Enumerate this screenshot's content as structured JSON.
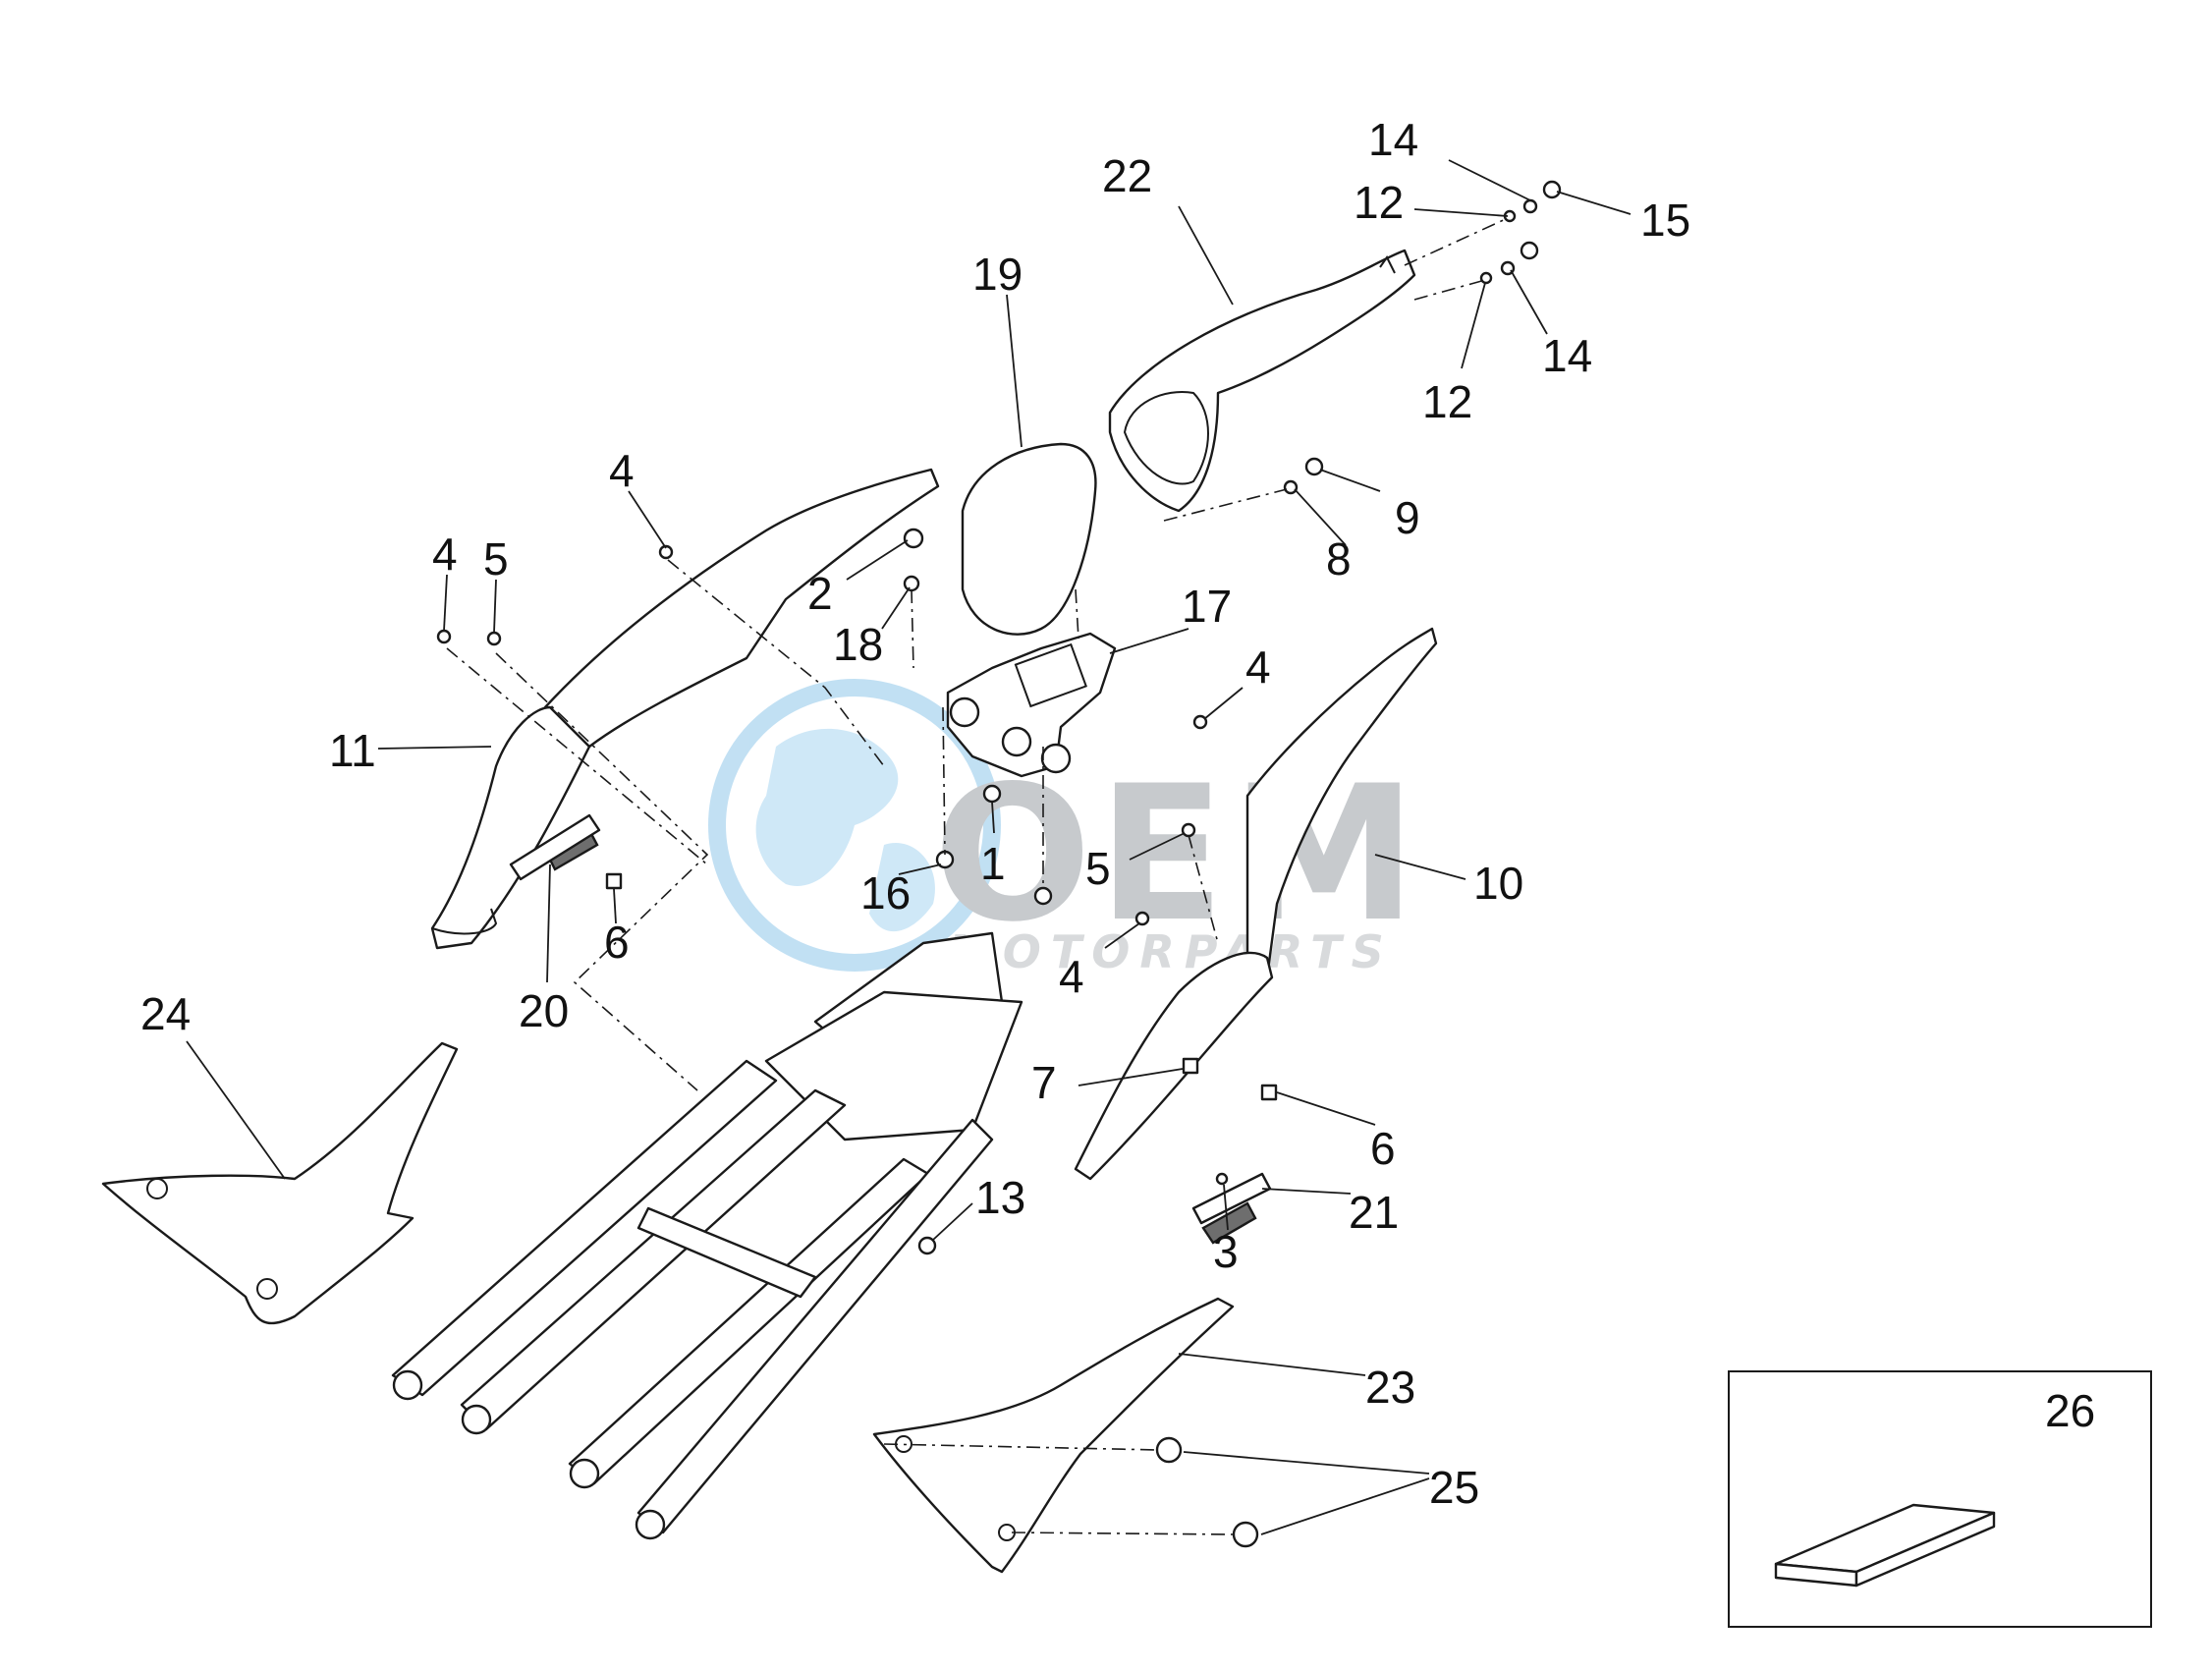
{
  "watermark": {
    "brand_text": "OEM",
    "sub_text": "MOTORPARTS",
    "brand_color": "#9aa0a6",
    "globe_color": "#8fc7ea"
  },
  "kit_box_label": "26",
  "callouts": [
    {
      "id": "c14a",
      "text": "14"
    },
    {
      "id": "c22",
      "text": "22"
    },
    {
      "id": "c12a",
      "text": "12"
    },
    {
      "id": "c15",
      "text": "15"
    },
    {
      "id": "c19",
      "text": "19"
    },
    {
      "id": "c14b",
      "text": "14"
    },
    {
      "id": "c12b",
      "text": "12"
    },
    {
      "id": "c4a",
      "text": "4"
    },
    {
      "id": "c9",
      "text": "9"
    },
    {
      "id": "c4b",
      "text": "4"
    },
    {
      "id": "c5a",
      "text": "5"
    },
    {
      "id": "c2",
      "text": "2"
    },
    {
      "id": "c8",
      "text": "8"
    },
    {
      "id": "c17",
      "text": "17"
    },
    {
      "id": "c18",
      "text": "18"
    },
    {
      "id": "c4c",
      "text": "4"
    },
    {
      "id": "c11",
      "text": "11"
    },
    {
      "id": "c1",
      "text": "1"
    },
    {
      "id": "c5b",
      "text": "5"
    },
    {
      "id": "c16",
      "text": "16"
    },
    {
      "id": "c10",
      "text": "10"
    },
    {
      "id": "c6a",
      "text": "6"
    },
    {
      "id": "c4d",
      "text": "4"
    },
    {
      "id": "c20",
      "text": "20"
    },
    {
      "id": "c24",
      "text": "24"
    },
    {
      "id": "c7",
      "text": "7"
    },
    {
      "id": "c6b",
      "text": "6"
    },
    {
      "id": "c13",
      "text": "13"
    },
    {
      "id": "c21",
      "text": "21"
    },
    {
      "id": "c3",
      "text": "3"
    },
    {
      "id": "c23",
      "text": "23"
    },
    {
      "id": "c25",
      "text": "25"
    }
  ]
}
